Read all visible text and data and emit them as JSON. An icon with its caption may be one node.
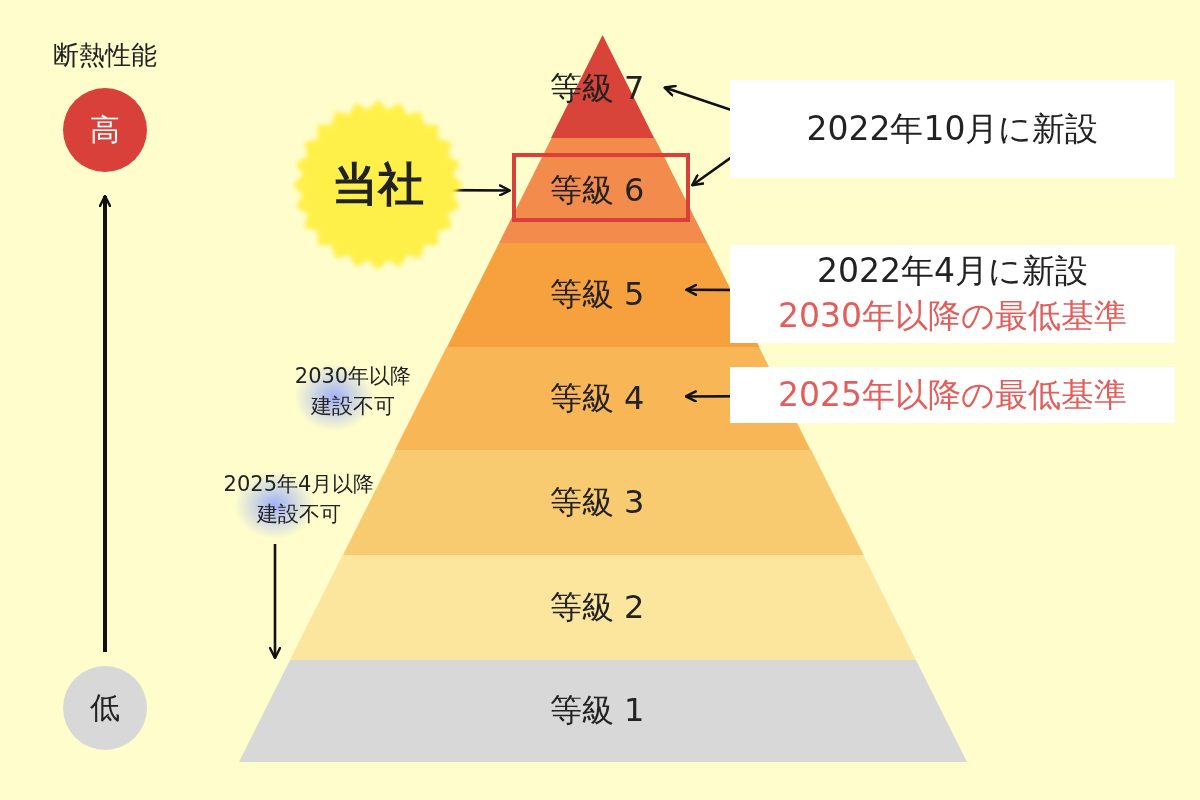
{
  "diagram": {
    "nodes": [
      {
        "text": [
          "高"
        ],
        "beside": [
          "断熱性能"
        ]
      },
      {
        "text": [
          "等級 7"
        ]
      },
      {
        "text": [
          "2022年10月に新設"
        ]
      },
      {
        "text": [
          "当社"
        ]
      },
      {
        "text": [
          "等級 6"
        ]
      },
      {
        "text": [
          "等級 5"
        ]
      },
      {
        "text": [
          "2022年4月に新設",
          "2030年以降の最低基準"
        ]
      },
      {
        "text": [
          "2030年以降建設不可"
        ]
      },
      {
        "text": [
          "等級 4"
        ]
      },
      {
        "text": [
          "2025年以降の最低基準"
        ]
      },
      {
        "text": [
          "2025年4月以降建設不可"
        ]
      },
      {
        "text": [
          "等級 3"
        ]
      },
      {
        "text": [
          "等級 2"
        ]
      },
      {
        "text": [
          "低"
        ]
      },
      {
        "text": [
          "等級 1"
        ]
      }
    ],
    "edges": [
      {
        "from": 13,
        "to": 0,
        "arrow": "to"
      },
      {
        "from": 2,
        "to": 1,
        "arrow": "to"
      },
      {
        "from": 2,
        "to": 4,
        "arrow": "to"
      },
      {
        "from": 3,
        "to": 4,
        "arrow": "to"
      },
      {
        "from": 6,
        "to": 5,
        "arrow": "to"
      },
      {
        "from": 9,
        "to": 8,
        "arrow": "to"
      },
      {
        "from": 10,
        "to": 14,
        "arrow": "to"
      }
    ]
  }
}
